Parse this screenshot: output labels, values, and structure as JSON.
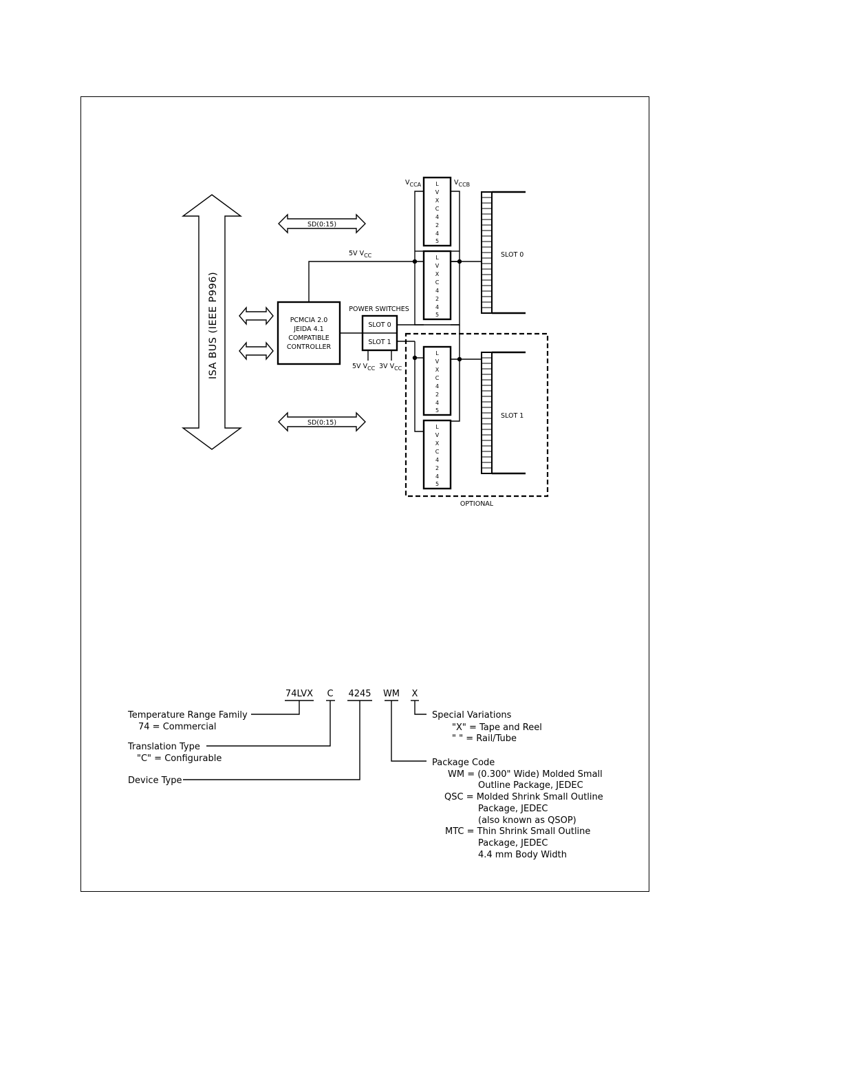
{
  "block_diagram": {
    "isa_bus_label": "ISA BUS (IEEE P996)",
    "sd_bus_label_top": "SD(0:15)",
    "sd_bus_label_bottom": "SD(0:15)",
    "controller_lines": [
      "PCMCIA 2.0",
      "JEIDA 4.1",
      "COMPATIBLE",
      "CONTROLLER"
    ],
    "power_switches_label": "POWER SWITCHES",
    "power_slot0_label": "SLOT 0",
    "power_slot1_label": "SLOT 1",
    "vcc_5v_top": {
      "prefix": "5V V",
      "sub": "CC"
    },
    "vcc_5v_bottom": {
      "prefix": "5V V",
      "sub": "CC"
    },
    "vcc_3v_bottom": {
      "prefix": "3V V",
      "sub": "CC"
    },
    "vcca": {
      "prefix": "V",
      "sub": "CCA"
    },
    "vccb": {
      "prefix": "V",
      "sub": "CCB"
    },
    "chip_letters": [
      "L",
      "V",
      "X",
      "C",
      "4",
      "2",
      "4",
      "5"
    ],
    "card_slot0_label": "SLOT 0",
    "card_slot1_label": "SLOT 1",
    "optional_label": "OPTIONAL"
  },
  "ordering": {
    "part": {
      "p1": "74LVX",
      "p2": "C",
      "p3": "4245",
      "p4": "WM",
      "p5": "X"
    },
    "temp_title": "Temperature Range Family",
    "temp_value": "74 = Commercial",
    "trans_title": "Translation Type",
    "trans_value": "\"C\" = Configurable",
    "device_type": "Device Type",
    "special_title": "Special Variations",
    "special_l1": "\"X\" = Tape and Reel",
    "special_l2": "\" \" = Rail/Tube",
    "pkg_title": "Package Code",
    "pkg_l1": "WM = (0.300\" Wide) Molded Small",
    "pkg_l2": "Outline Package, JEDEC",
    "pkg_l3": "QSC = Molded Shrink Small Outline",
    "pkg_l4": "Package, JEDEC",
    "pkg_l5": "(also known as QSOP)",
    "pkg_l6": "MTC = Thin Shrink Small Outline",
    "pkg_l7": "Package, JEDEC",
    "pkg_l8": "4.4 mm Body Width"
  }
}
